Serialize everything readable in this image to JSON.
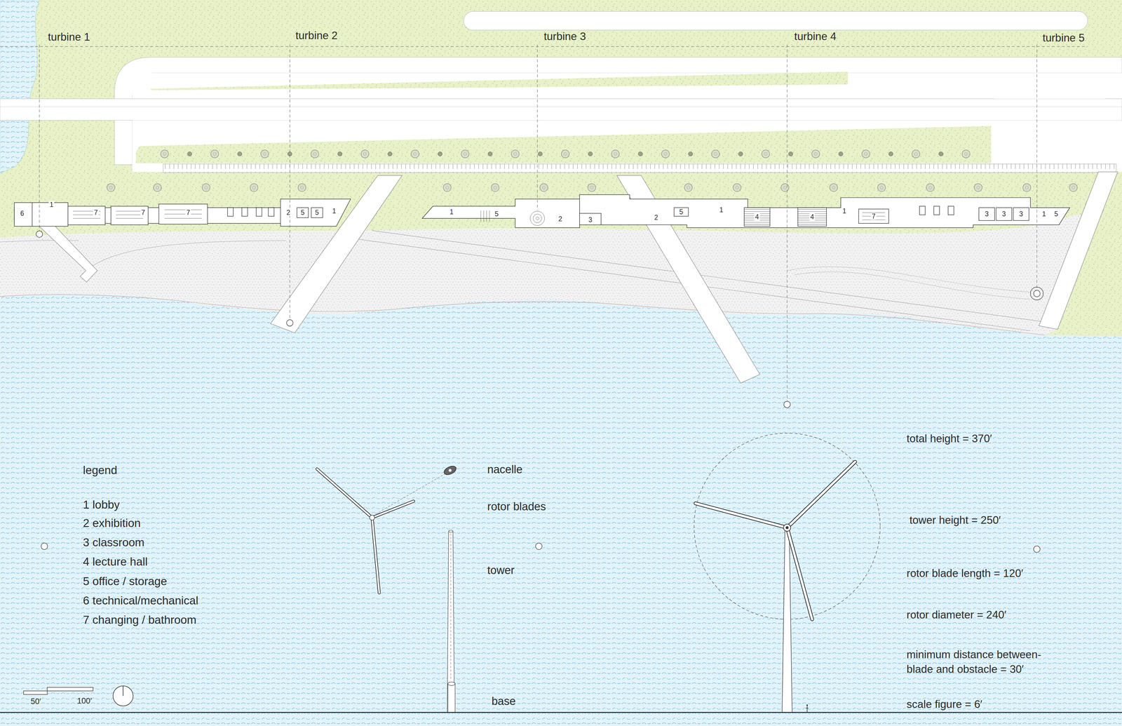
{
  "diagram": {
    "labels": [
      "turbine 1",
      "turbine 2",
      "turbine 3",
      "turbine 4",
      "turbine 5",
      "6",
      "1",
      "7",
      "7",
      "7",
      "2",
      "5",
      "5",
      "1",
      "1",
      "5",
      "2",
      "3",
      "2",
      "5",
      "1",
      "4",
      "4",
      "1",
      "7",
      "3",
      "3",
      "3",
      "1",
      "5",
      "legend",
      "nacelle",
      "rotor blades",
      "tower",
      "base",
      "total height = 370′",
      "tower height = 250′",
      "rotor blade length =  120′",
      "rotor diameter = 240′",
      "minimum distance between- blade and obstacle = 30′",
      "scale figure = 6′",
      "50′",
      "100′"
    ],
    "legend": [
      {
        "text": "1 lobby"
      },
      {
        "text": "2 exhibition"
      },
      {
        "text": "3 classroom"
      },
      {
        "text": "4 lecture hall"
      },
      {
        "text": "5 office / storage"
      },
      {
        "text": "6 technical/mechanical"
      },
      {
        "text": "7 changing / bathroom"
      }
    ]
  }
}
